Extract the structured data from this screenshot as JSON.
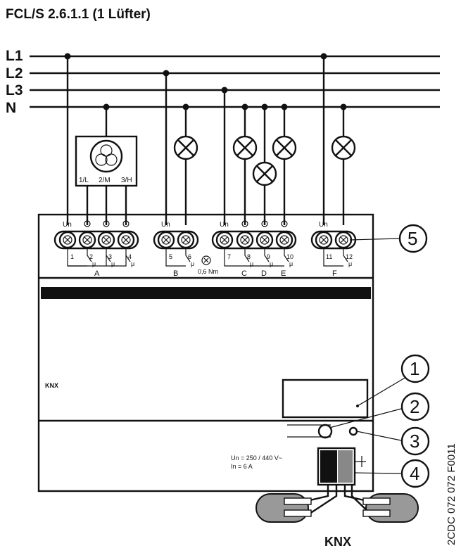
{
  "title": "FCL/S 2.6.1.1 (1 Lüfter)",
  "bus_lines": [
    "L1",
    "L2",
    "L3",
    "N"
  ],
  "fan_taps": [
    "1/L",
    "2/M",
    "3/H"
  ],
  "terminal_un": "Un",
  "terminal_numbers": [
    "1",
    "2",
    "3",
    "4",
    "5",
    "6",
    "7",
    "8",
    "9",
    "10",
    "11",
    "12"
  ],
  "contact_mark": "μ",
  "channels": [
    "A",
    "B",
    "C",
    "D",
    "E",
    "F"
  ],
  "torque": "0,6 Nm",
  "rating_voltage": "Un = 250 / 440 V~",
  "rating_current": "In = 6 A",
  "knx_logo": "KNX",
  "knx_label": "KNX",
  "callouts": [
    "1",
    "2",
    "3",
    "4",
    "5"
  ],
  "doc_number": "2CDC 072 072 F0011"
}
